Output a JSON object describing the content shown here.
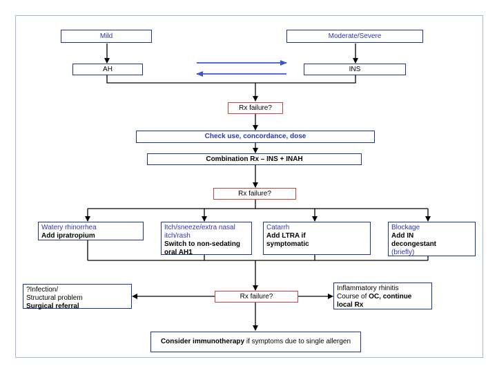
{
  "severity": {
    "mild": "Mild",
    "moderate_severe": "Moderate/Severe"
  },
  "initial_rx": {
    "ah": "AH",
    "ins": "INS"
  },
  "rx_failure": "Rx failure?",
  "check": "Check use, concordance, dose",
  "combination": "Combination Rx – INS + INAH",
  "options": [
    {
      "title": "Watery rhinorrhea",
      "action": "Add ipratropium",
      "note": ""
    },
    {
      "title": "Itch/sneeze/extra nasal itch/rash",
      "action": "Switch to non-sedating oral AH1",
      "note": ""
    },
    {
      "title": "Catarrh",
      "action": "Add LTRA if symptomatic",
      "note": ""
    },
    {
      "title": "Blockage",
      "action": "Add IN decongestant",
      "note": "(briefly)"
    }
  ],
  "infection": {
    "line1": "?Infection/",
    "line2": "Structural problem",
    "action": "Surgical referral"
  },
  "inflammatory": {
    "line1": "Inflammatory rhinitis",
    "line2a": "Course of ",
    "line2b": "OC, continue",
    "line3": "local Rx"
  },
  "immuno": {
    "bold": "Consider immunotherapy",
    "rest": " if symptoms due to single allergen"
  },
  "colors": {
    "box_border": "#1c2ea6",
    "failure_border": "#d33a3a",
    "label_text": "#2d36b5",
    "connector": "#000000",
    "frame": "#9fb9d4"
  }
}
